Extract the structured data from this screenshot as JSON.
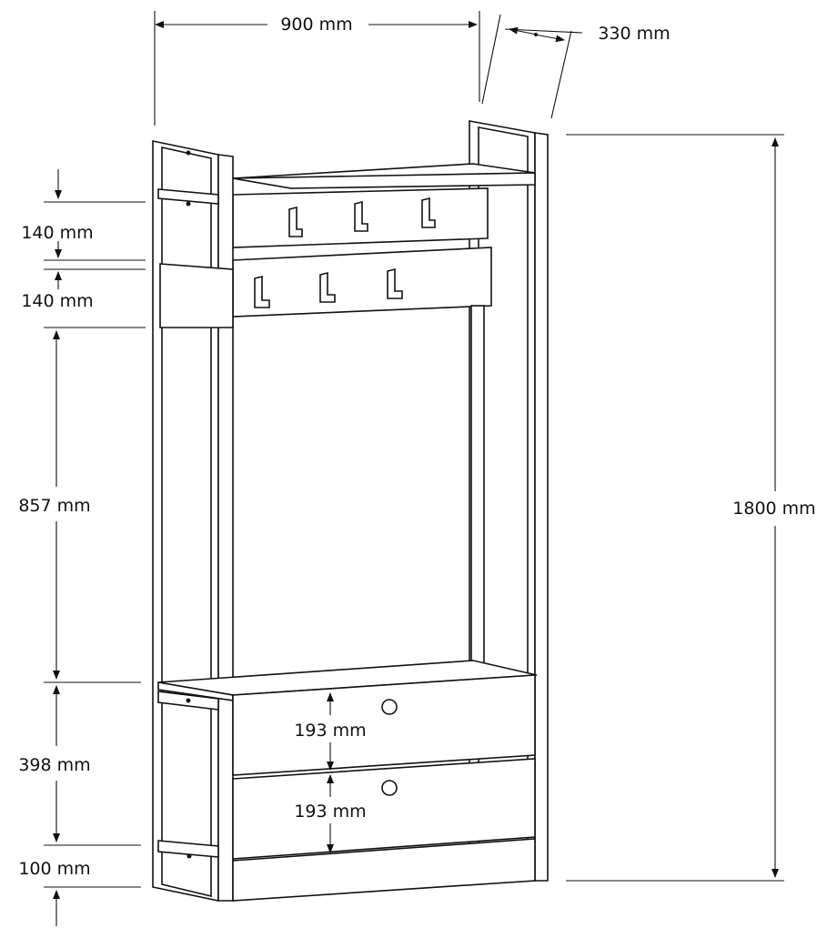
{
  "dimensions": {
    "width": "900 mm",
    "depth": "330 mm",
    "height": "1800 mm",
    "top_gap": "140 mm",
    "panel": "140 mm",
    "open_section": "857 mm",
    "drawer_section": "398 mm",
    "drawer_upper": "193 mm",
    "drawer_lower": "193 mm",
    "plinth": "100 mm"
  },
  "colors": {
    "line": "#111111",
    "background": "#ffffff"
  }
}
